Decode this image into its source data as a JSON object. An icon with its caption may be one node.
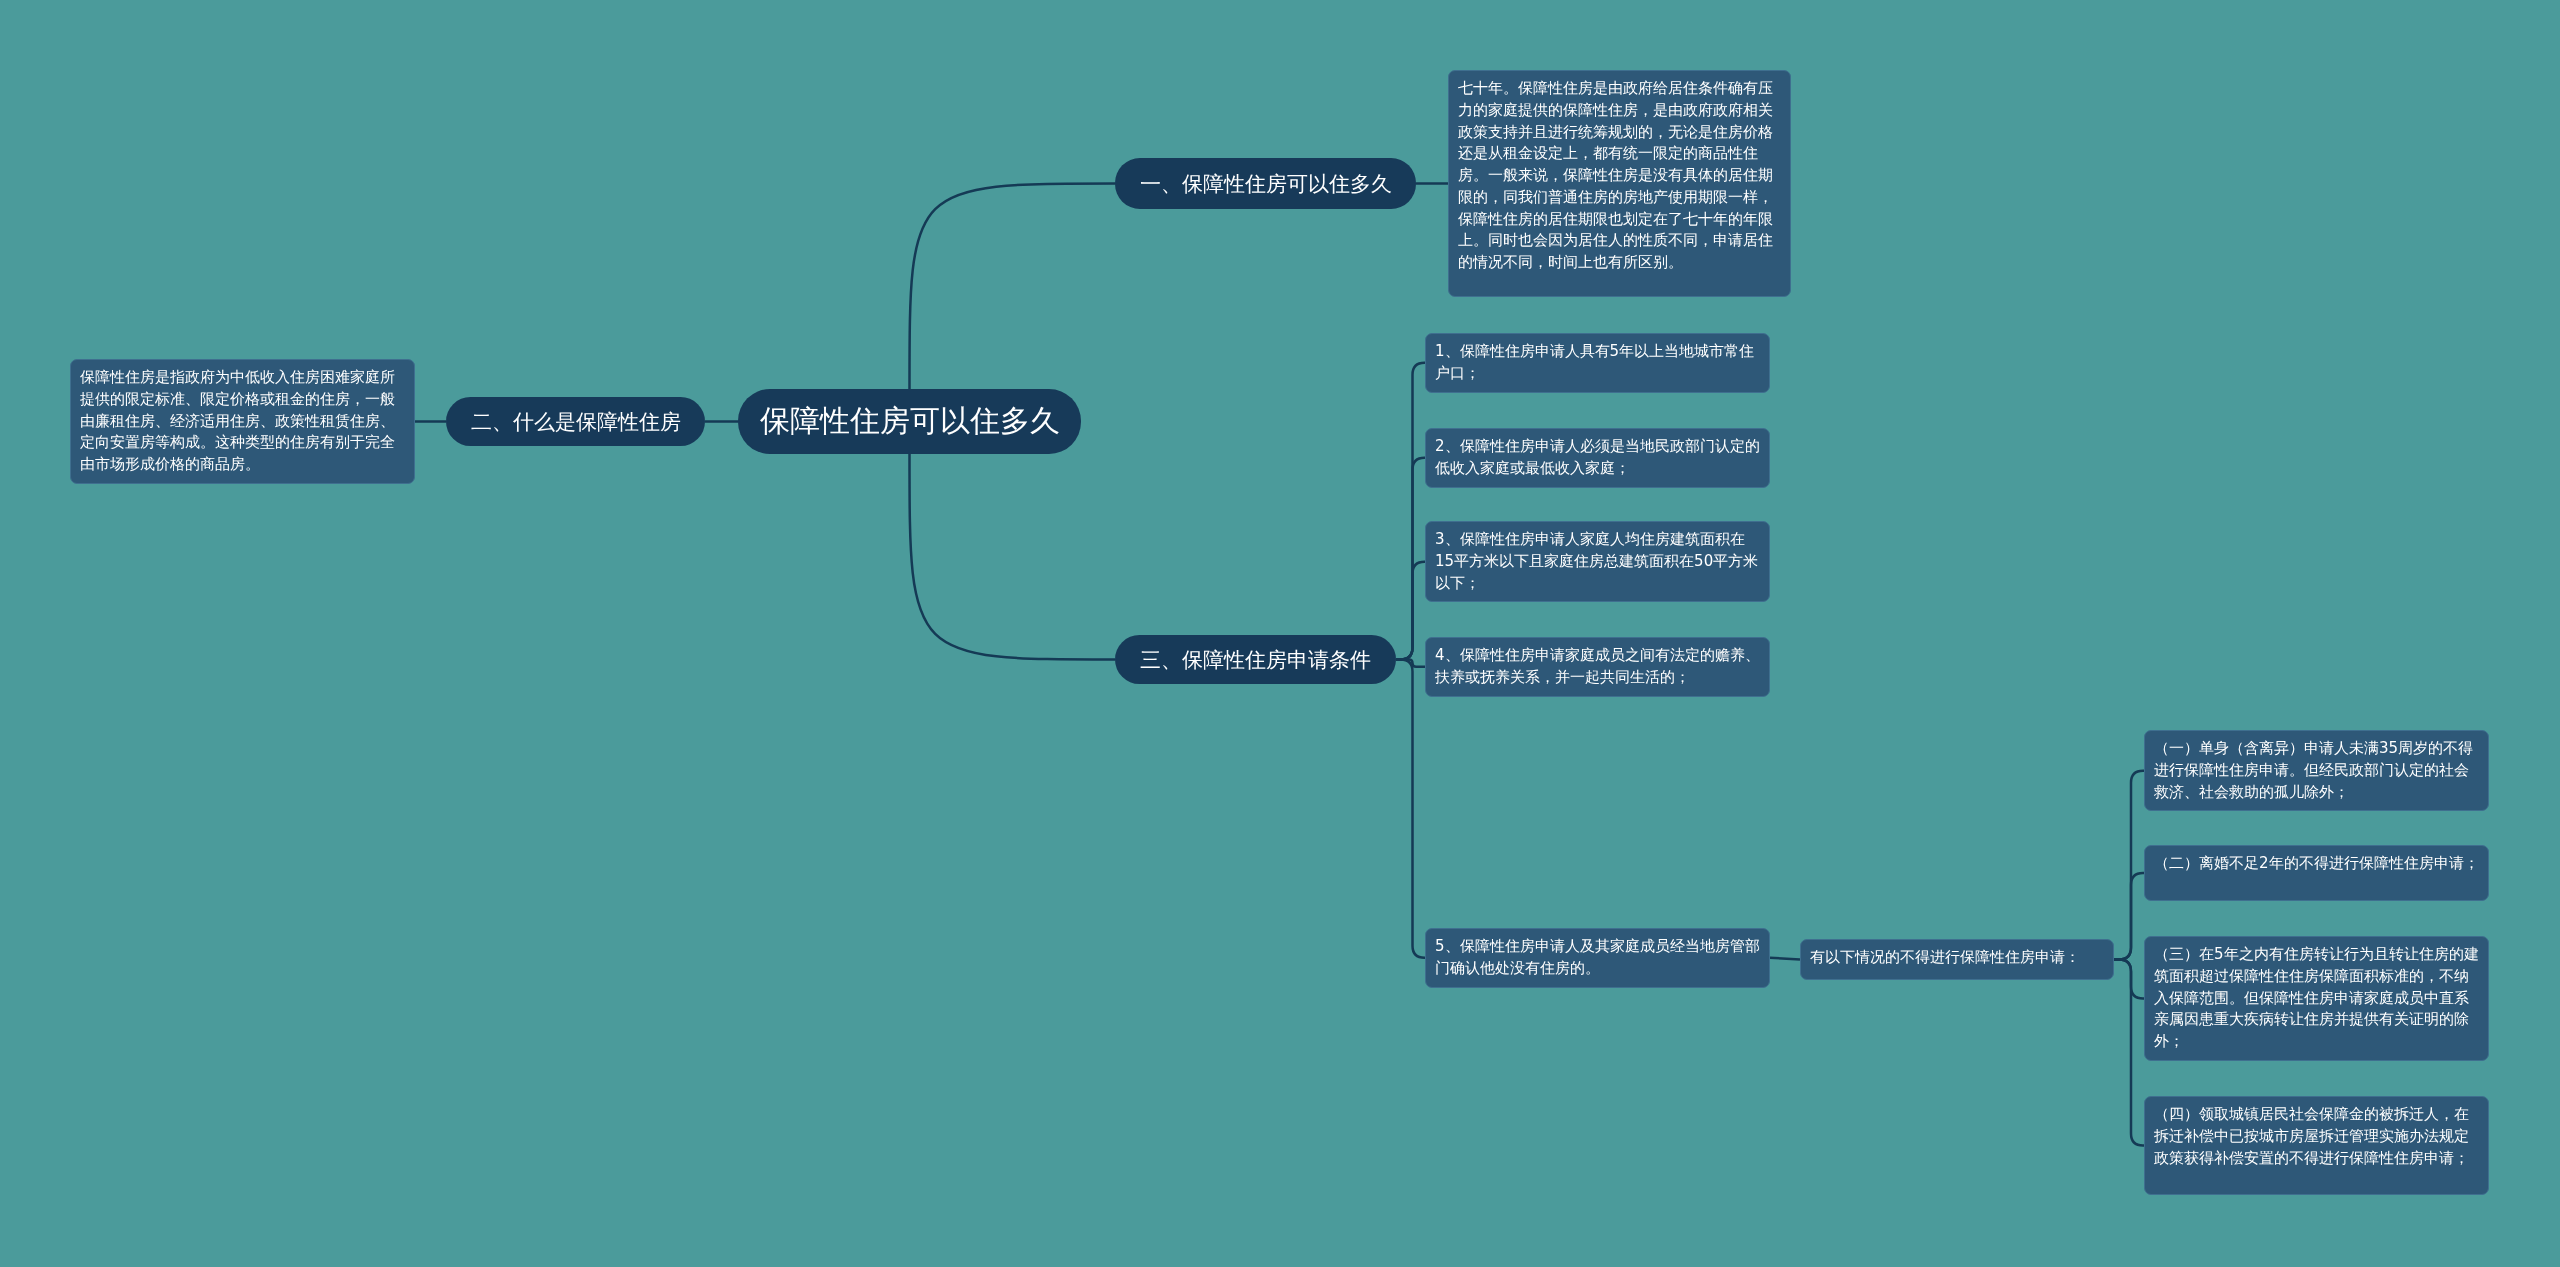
{
  "diagram": {
    "nodes": [
      {
        "text": [
          "保障性住房可以住多久"
        ]
      },
      {
        "text": [
          "一、保障性住房可以住多久"
        ]
      },
      {
        "text": [
          "七十年。保障性住房是由政府给居住条件确有压力的家庭提供的保障性住房，是由政府政府相关政策支持并且进行统筹规划的，无论是住房价格还是从租金设定上，都有统一限定的商品性住房。一般来说，保障性住房是没有具体的居住期限的，同我们普通住房的房地产使用期限一样，保障性住房的居住期限也划定在了七十年的年限上。同时也会因为居住人的性质不同，申请居住的情况不同，时间上也有所区别。"
        ]
      },
      {
        "text": [
          "二、什么是保障性住房"
        ]
      },
      {
        "text": [
          "保障性住房是指政府为中低收入住房困难家庭所提供的限定标准、限定价格或租金的住房，一般由廉租住房、经济适用住房、政策性租赁住房、定向安置房等构成。这种类型的住房有别于完全由市场形成价格的商品房。"
        ]
      },
      {
        "text": [
          "三、保障性住房申请条件"
        ]
      },
      {
        "text": [
          "1、保障性住房申请人具有5年以上当地城市常住户口；"
        ]
      },
      {
        "text": [
          "2、保障性住房申请人必须是当地民政部门认定的低收入家庭或最低收入家庭；"
        ]
      },
      {
        "text": [
          "3、保障性住房申请人家庭人均住房建筑面积在15平方米以下且家庭住房总建筑面积在50平方米以下；"
        ]
      },
      {
        "text": [
          "4、保障性住房申请家庭成员之间有法定的赡养、扶养或抚养关系，并一起共同生活的；"
        ]
      },
      {
        "text": [
          "5、保障性住房申请人及其家庭成员经当地房管部门确认他处没有住房的。"
        ]
      },
      {
        "text": [
          "有以下情况的不得进行保障性住房申请："
        ]
      },
      {
        "text": [
          "（一）单身（含离异）申请人未满35周岁的不得进行保障性住房申请。但经民政部门认定的社会救济、社会救助的孤儿除外；"
        ]
      },
      {
        "text": [
          "（二）离婚不足2年的不得进行保障性住房申请；"
        ]
      },
      {
        "text": [
          "（三）在5年之内有住房转让行为且转让住房的建筑面积超过保障性住住房保障面积标准的，不纳入保障范围。但保障性住房申请家庭成员中直系亲属因患重大疾病转让住房并提供有关证明的除外；"
        ]
      },
      {
        "text": [
          "（四）领取城镇居民社会保障金的被拆迁人，在拆迁补偿中已按城市房屋拆迁管理实施办法规定政策获得补偿安置的不得进行保障性住房申请；"
        ]
      }
    ],
    "edges": [
      {
        "from": 0,
        "to": 1,
        "arrow": "none"
      },
      {
        "from": 1,
        "to": 2,
        "arrow": "none"
      },
      {
        "from": 0,
        "to": 3,
        "arrow": "none"
      },
      {
        "from": 3,
        "to": 4,
        "arrow": "none"
      },
      {
        "from": 0,
        "to": 5,
        "arrow": "none"
      },
      {
        "from": 5,
        "to": 6,
        "arrow": "none"
      },
      {
        "from": 5,
        "to": 7,
        "arrow": "none"
      },
      {
        "from": 5,
        "to": 8,
        "arrow": "none"
      },
      {
        "from": 5,
        "to": 9,
        "arrow": "none"
      },
      {
        "from": 5,
        "to": 10,
        "arrow": "none"
      },
      {
        "from": 10,
        "to": 11,
        "arrow": "none"
      },
      {
        "from": 11,
        "to": 12,
        "arrow": "none"
      },
      {
        "from": 11,
        "to": 13,
        "arrow": "none"
      },
      {
        "from": 11,
        "to": 14,
        "arrow": "none"
      },
      {
        "from": 11,
        "to": 15,
        "arrow": "none"
      }
    ]
  }
}
